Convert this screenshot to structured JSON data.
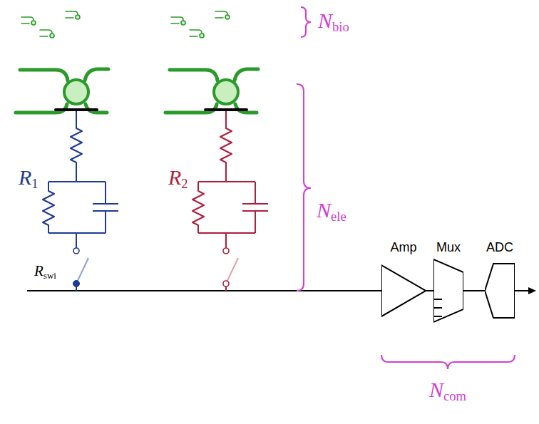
{
  "diagram": {
    "nodes": [
      {
        "text": [
          "Amp"
        ]
      },
      {
        "text": [
          "Mux"
        ]
      },
      {
        "text": [
          "ADC"
        ]
      }
    ],
    "edges": [
      {
        "from": 0,
        "to": 1,
        "arrow": "none"
      },
      {
        "from": 1,
        "to": 2,
        "arrow": "none"
      }
    ],
    "labels": [
      "Nbio",
      "R1",
      "R2",
      "Rswi",
      "Nele",
      "Ncom"
    ]
  }
}
